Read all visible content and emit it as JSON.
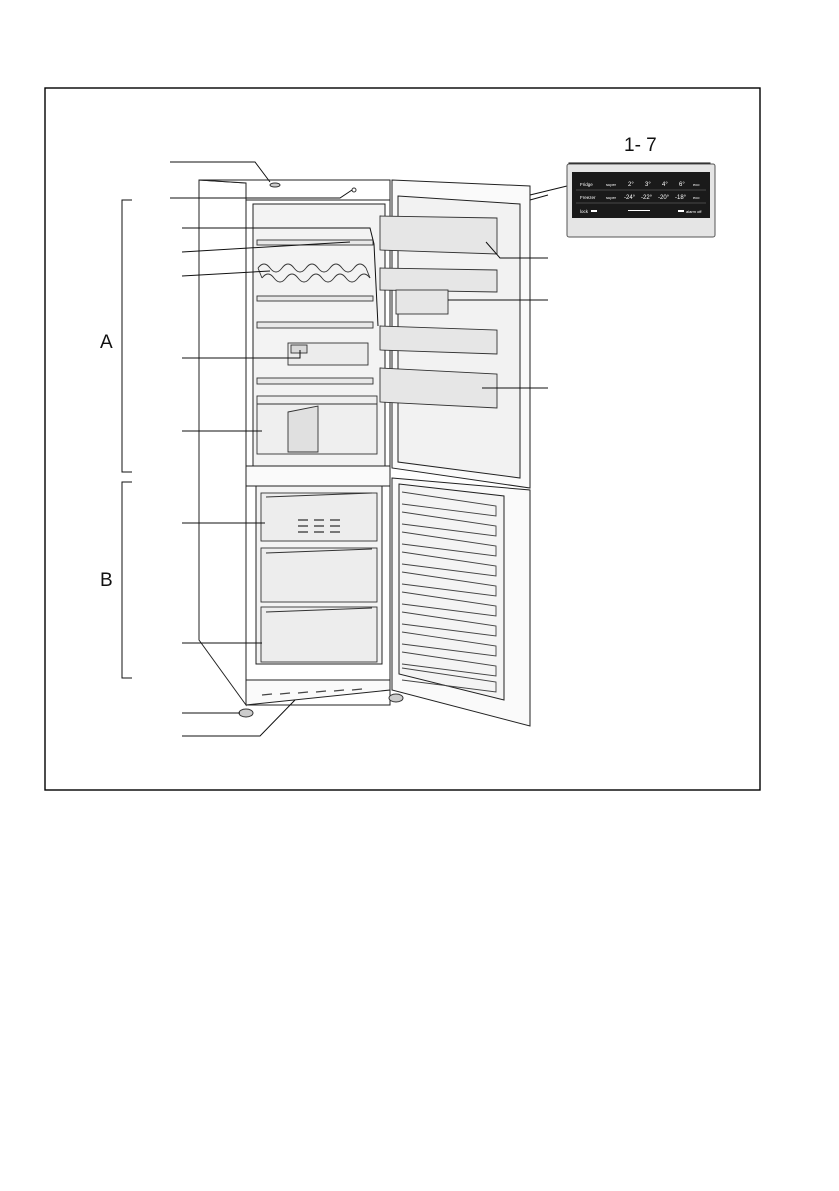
{
  "figure": {
    "section_labels": {
      "a": "A",
      "b": "B"
    },
    "callout_range": "1- 7",
    "control_panel": {
      "rows": [
        {
          "name": "Fridge",
          "super": "super",
          "values": [
            "2°",
            "3°",
            "4°",
            "6°",
            "eco"
          ]
        },
        {
          "name": "Freezer",
          "super": "super",
          "values": [
            "-24°",
            "-22°",
            "-20°",
            "-18°",
            "eco"
          ]
        }
      ],
      "bottom_row": {
        "left": "lock",
        "right": "alarm off"
      }
    }
  }
}
